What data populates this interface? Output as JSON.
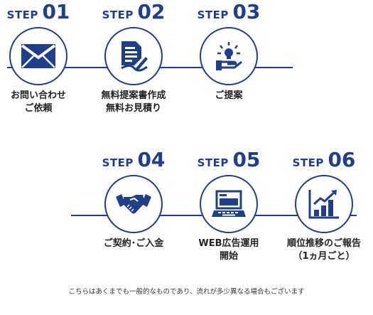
{
  "colors": {
    "accent": "#1f3f8a"
  },
  "steps": [
    {
      "word": "STEP",
      "number": "01",
      "caption": [
        "お問い合わせ",
        "ご依頼"
      ],
      "icon": "envelope-icon"
    },
    {
      "word": "STEP",
      "number": "02",
      "caption": [
        "無料提案書作成",
        "無料お見積り"
      ],
      "icon": "document-pen-icon"
    },
    {
      "word": "STEP",
      "number": "03",
      "caption": [
        "ご提案",
        ""
      ],
      "icon": "lightbulb-hand-icon"
    },
    {
      "word": "STEP",
      "number": "04",
      "caption": [
        "ご契約･ご入金",
        ""
      ],
      "icon": "handshake-icon"
    },
    {
      "word": "STEP",
      "number": "05",
      "caption": [
        "WEB広告運用",
        "開始"
      ],
      "icon": "laptop-icon"
    },
    {
      "word": "STEP",
      "number": "06",
      "caption": [
        "順位推移のご報告",
        "（1ヵ月ごと）"
      ],
      "icon": "growth-chart-icon"
    }
  ],
  "note": "こちらはあくまでも一般的なものであり、流れが多少異なる場合もございます"
}
